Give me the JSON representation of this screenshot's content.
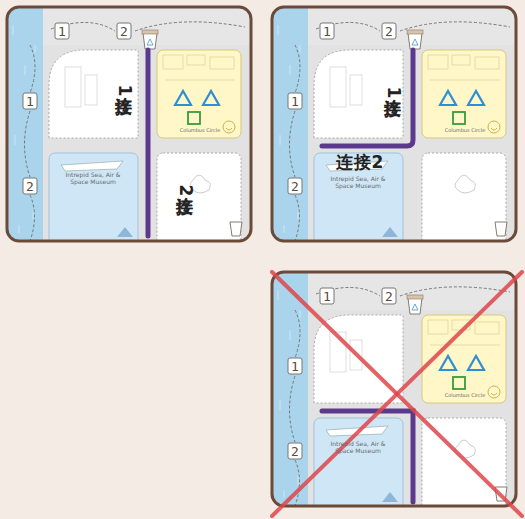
{
  "diagram": {
    "labels": [
      "1",
      "2",
      "1",
      "2",
      "连接1",
      "连接2",
      "Columbus Circle",
      "Intrepid Sea, Air & Space Museum",
      "1",
      "2",
      "1",
      "2",
      "连接1",
      "连接2",
      "Columbus Circle",
      "Intrepid Sea, Air & Space Museum",
      "1",
      "2",
      "1",
      "2",
      "Columbus Circle",
      "Intrepid Sea, Air & Space Museum"
    ]
  }
}
